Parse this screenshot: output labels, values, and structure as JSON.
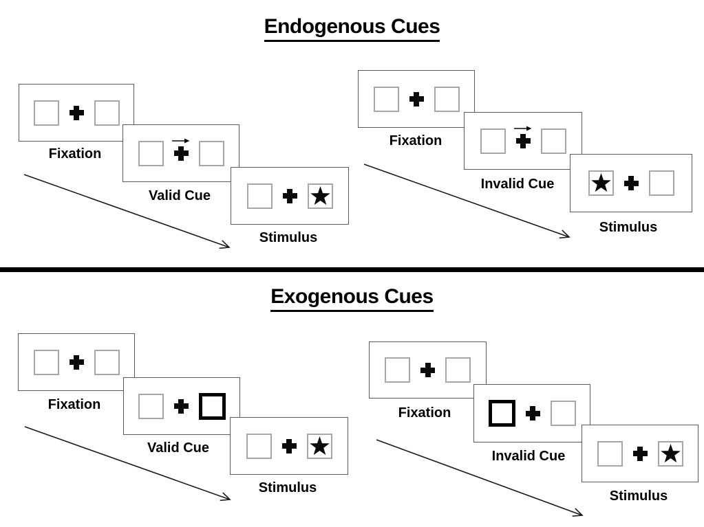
{
  "figure": {
    "kind": "posner-cueing-paradigm-diagram",
    "background_color": "#ffffff",
    "divider_color": "#000000"
  },
  "colors": {
    "panel_border": "#595959",
    "placeholder_square_border": "#a6a6a6",
    "cue_highlight_border": "#000000",
    "symbol_black": "#0a0a0a",
    "text": "#000000"
  },
  "icons": {
    "fixation_cross": "heavy-plus-cross",
    "cue_arrow": "thin-right-arrow",
    "target_star": "solid-five-point-star",
    "timeline_arrow": "thin-diagonal-arrow-down-right"
  },
  "sections": [
    {
      "id": "endogenous",
      "title": "Endogenous Cues",
      "sequences": [
        {
          "id": "endogenous-valid",
          "cue_type": "arrow-right-above-fixation",
          "steps": [
            {
              "label": "Fixation"
            },
            {
              "label": "Valid Cue"
            },
            {
              "label": "Stimulus",
              "star_side": "right"
            }
          ]
        },
        {
          "id": "endogenous-invalid",
          "cue_type": "arrow-right-above-fixation",
          "steps": [
            {
              "label": "Fixation"
            },
            {
              "label": "Invalid Cue"
            },
            {
              "label": "Stimulus",
              "star_side": "left"
            }
          ]
        }
      ]
    },
    {
      "id": "exogenous",
      "title": "Exogenous Cues",
      "sequences": [
        {
          "id": "exogenous-valid",
          "cue_type": "thick-box-right",
          "steps": [
            {
              "label": "Fixation"
            },
            {
              "label": "Valid Cue"
            },
            {
              "label": "Stimulus",
              "star_side": "right"
            }
          ]
        },
        {
          "id": "exogenous-invalid",
          "cue_type": "thick-box-left",
          "steps": [
            {
              "label": "Fixation"
            },
            {
              "label": "Invalid Cue"
            },
            {
              "label": "Stimulus",
              "star_side": "right"
            }
          ]
        }
      ]
    }
  ]
}
